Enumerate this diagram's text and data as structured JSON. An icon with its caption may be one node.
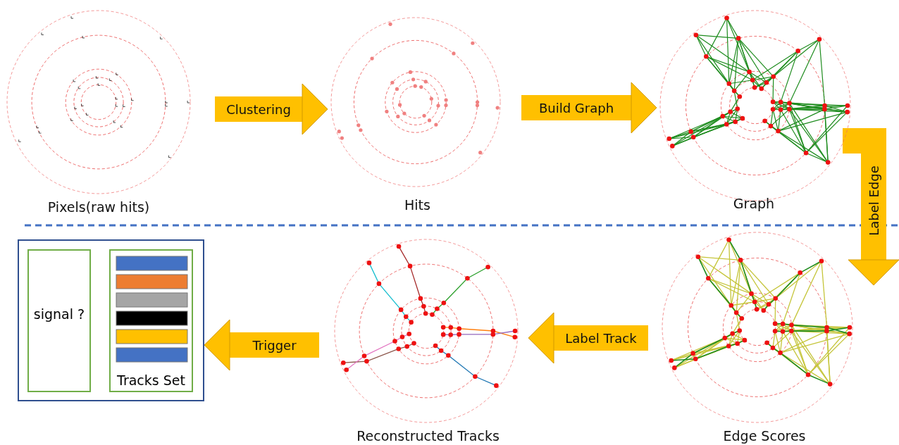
{
  "diagram": {
    "nodes": [
      {
        "text": [
          "Pixels(raw hits)"
        ]
      },
      {
        "text": [
          "Hits"
        ]
      },
      {
        "text": [
          "Graph"
        ]
      },
      {
        "text": [
          "Edge Scores"
        ]
      },
      {
        "text": [
          "Reconstructed Tracks"
        ]
      },
      {
        "text": [],
        "shape": "box"
      },
      {
        "text": [
          "signal ?"
        ],
        "in": 5
      },
      {
        "text": [
          "Tracks Set"
        ],
        "in": 5
      }
    ],
    "edges": [
      {
        "from": 0,
        "to": 1,
        "arrow": "to",
        "label": "Clustering"
      },
      {
        "from": 1,
        "to": 2,
        "arrow": "to",
        "label": "Build Graph"
      },
      {
        "from": 2,
        "to": 3,
        "arrow": "to",
        "label": "Label Edge"
      },
      {
        "from": 3,
        "to": 4,
        "arrow": "to",
        "label": "Label Track"
      },
      {
        "from": 4,
        "to": 5,
        "arrow": "to",
        "label": "Trigger"
      }
    ]
  }
}
